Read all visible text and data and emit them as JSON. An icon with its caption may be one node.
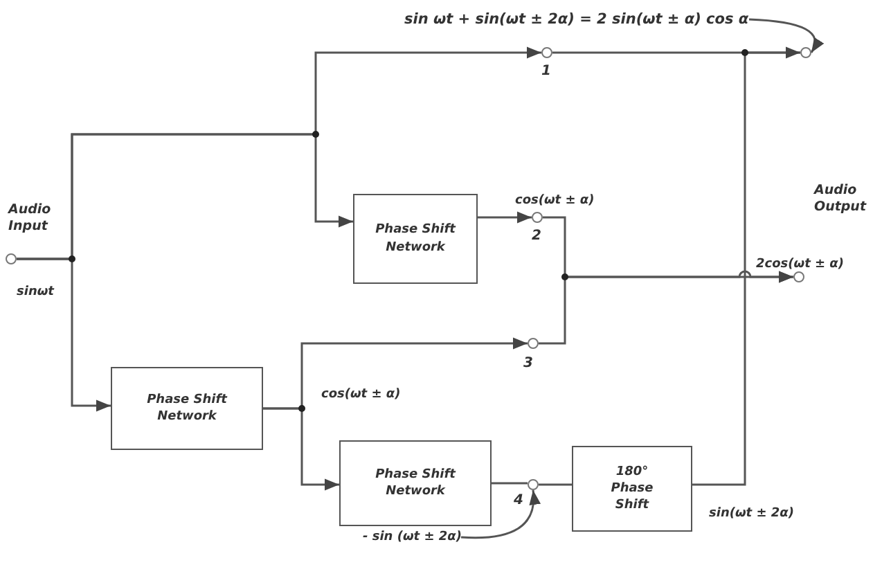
{
  "diagram": {
    "nodes": [
      {
        "text": [],
        "shape": "circle",
        "beside": [
          "Audio Input"
        ]
      },
      {
        "text": [
          "Phase Shift Network"
        ]
      },
      {
        "text": [
          "Phase Shift Network"
        ]
      },
      {
        "text": [
          "Phase Shift Network"
        ]
      },
      {
        "text": [
          "180° Phase Shift"
        ]
      },
      {
        "text": [],
        "shape": "circle",
        "beside": [
          "1"
        ]
      },
      {
        "text": [],
        "shape": "circle",
        "beside": [
          "cos(ωt ± α)",
          "2"
        ]
      },
      {
        "text": [],
        "shape": "circle",
        "beside": [
          "3"
        ]
      },
      {
        "text": [],
        "shape": "circle",
        "beside": [
          "4"
        ]
      },
      {
        "text": [],
        "shape": "circle"
      },
      {
        "text": [],
        "shape": "circle",
        "beside": [
          "2cos(ωt ± α)"
        ]
      },
      {
        "text": [
          "- sin (ωt ± 2α)"
        ]
      },
      {
        "text": [
          "sin ωt + sin(ωt ± 2α) = 2 sin(ωt ± α) cos α"
        ]
      }
    ],
    "edges": [
      {
        "from": 0,
        "to": 5,
        "arrow": "to"
      },
      {
        "from": 0,
        "to": 1,
        "arrow": "to"
      },
      {
        "from": 0,
        "to": 2,
        "arrow": "to"
      },
      {
        "from": 5,
        "to": 9,
        "arrow": "none"
      },
      {
        "from": 1,
        "to": 6,
        "arrow": "to"
      },
      {
        "from": 6,
        "to": 10,
        "arrow": "to"
      },
      {
        "from": 2,
        "to": 7,
        "arrow": "to"
      },
      {
        "from": 7,
        "to": 10,
        "arrow": "to"
      },
      {
        "from": 2,
        "to": 3,
        "arrow": "to"
      },
      {
        "from": 3,
        "to": 8,
        "arrow": "none"
      },
      {
        "from": 8,
        "to": 4,
        "arrow": "none"
      },
      {
        "from": 4,
        "to": 9,
        "arrow": "to"
      },
      {
        "from": 11,
        "to": 8,
        "arrow": "to"
      },
      {
        "from": 12,
        "to": 9,
        "arrow": "to"
      }
    ],
    "labels": [
      "sinωt",
      "Audio Output",
      "cos(ωt ± α)",
      "sin(ωt ± 2α)"
    ]
  }
}
